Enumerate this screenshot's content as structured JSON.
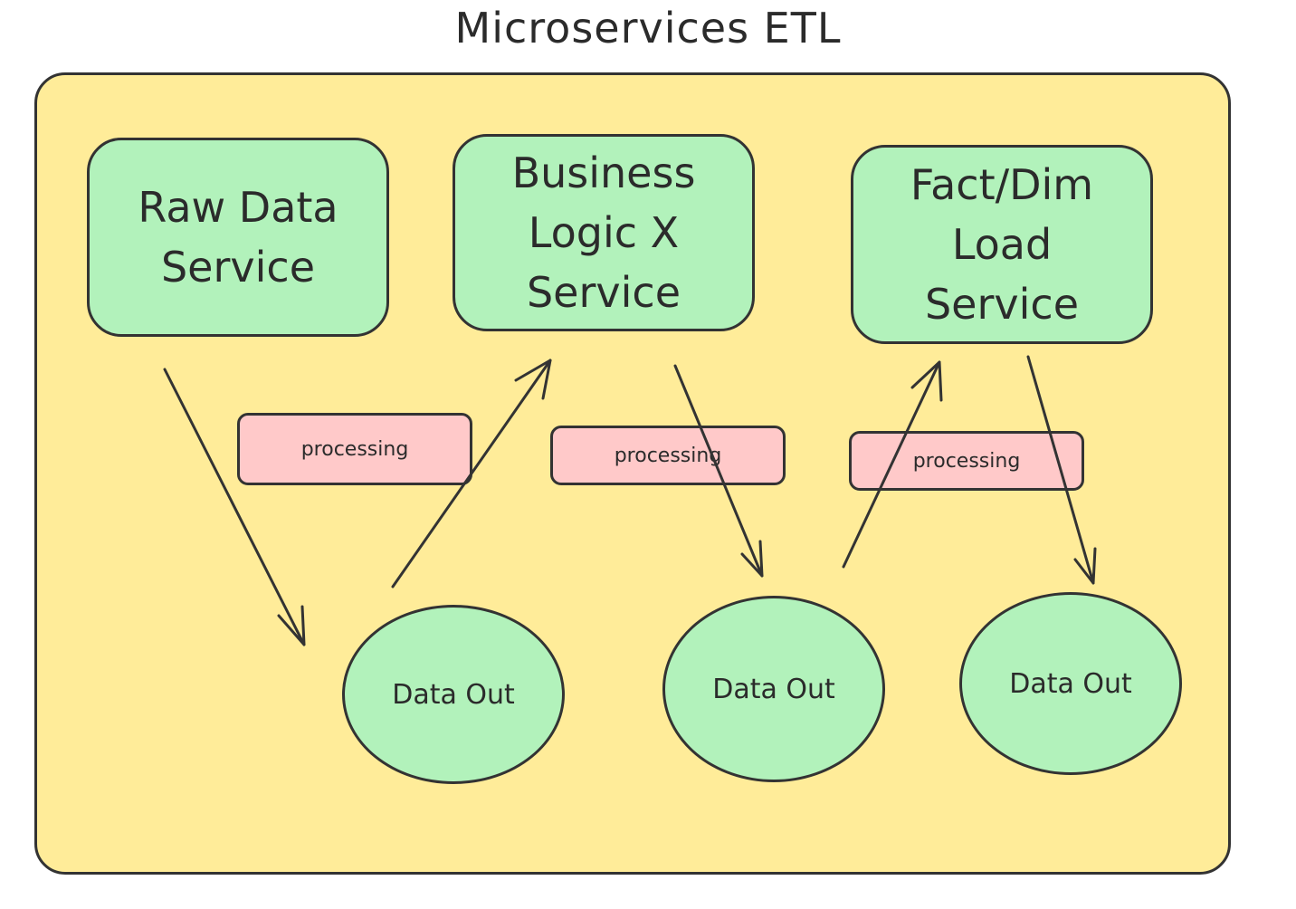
{
  "title": "Microservices ETL",
  "services": [
    {
      "label": "Raw Data\nService"
    },
    {
      "label": "Business\nLogic X\nService"
    },
    {
      "label": "Fact/Dim\nLoad\nService"
    }
  ],
  "processing": [
    {
      "label": "processing"
    },
    {
      "label": "processing"
    },
    {
      "label": "processing"
    }
  ],
  "outputs": [
    {
      "label": "Data Out"
    },
    {
      "label": "Data Out"
    },
    {
      "label": "Data Out"
    }
  ],
  "colors": {
    "container_fill": "#ffec99",
    "service_fill": "#b2f2bb",
    "processing_fill": "#ffc9c9",
    "stroke": "#333333"
  }
}
